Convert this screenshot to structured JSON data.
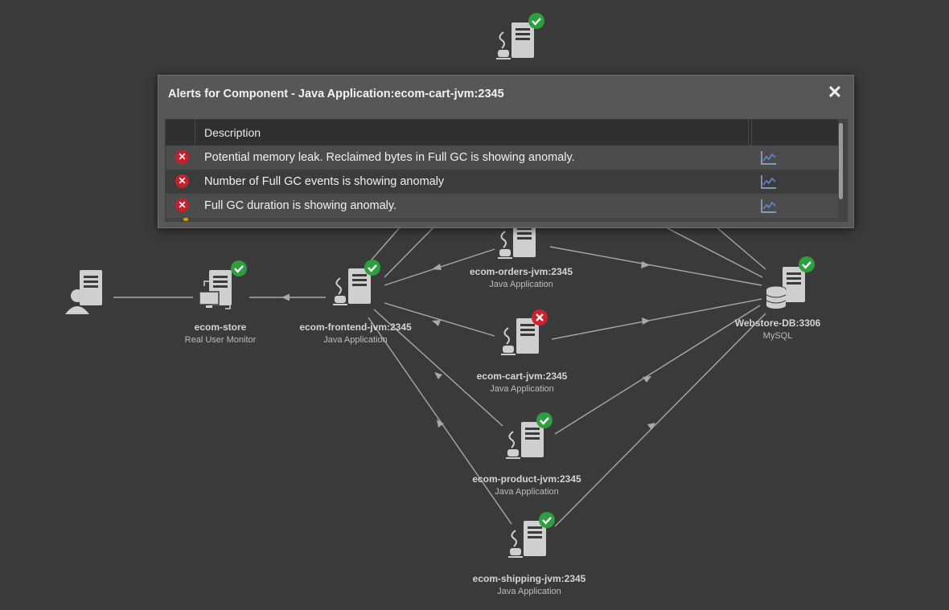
{
  "nodes": {
    "user": {
      "name": "",
      "type": ""
    },
    "ecom_store": {
      "name": "ecom-store",
      "type": "Real User Monitor"
    },
    "frontend": {
      "name": "ecom-frontend-jvm:2345",
      "type": "Java Application"
    },
    "orders": {
      "name": "ecom-orders-jvm:2345",
      "type": "Java Application"
    },
    "cart": {
      "name": "ecom-cart-jvm:2345",
      "type": "Java Application"
    },
    "product": {
      "name": "ecom-product-jvm:2345",
      "type": "Java Application"
    },
    "shipping": {
      "name": "ecom-shipping-jvm:2345",
      "type": "Java Application"
    },
    "webstore_db": {
      "name": "Webstore-DB:3306",
      "type": "MySQL"
    }
  },
  "status_colors": {
    "ok": "#2e9e3e",
    "error": "#d0202b"
  },
  "dialog": {
    "title": "Alerts for Component - Java Application:ecom-cart-jvm:2345",
    "close_glyph": "✕",
    "column_description": "Description",
    "alerts": [
      {
        "severity": "critical",
        "description": "Potential memory leak. Reclaimed bytes in Full GC is showing anomaly.",
        "icon": "trend-chart-icon"
      },
      {
        "severity": "critical",
        "description": "Number of Full GC events is showing anomaly",
        "icon": "trend-chart-icon"
      },
      {
        "severity": "critical",
        "description": "Full GC duration is showing anomaly.",
        "icon": "trend-chart-icon"
      }
    ]
  }
}
